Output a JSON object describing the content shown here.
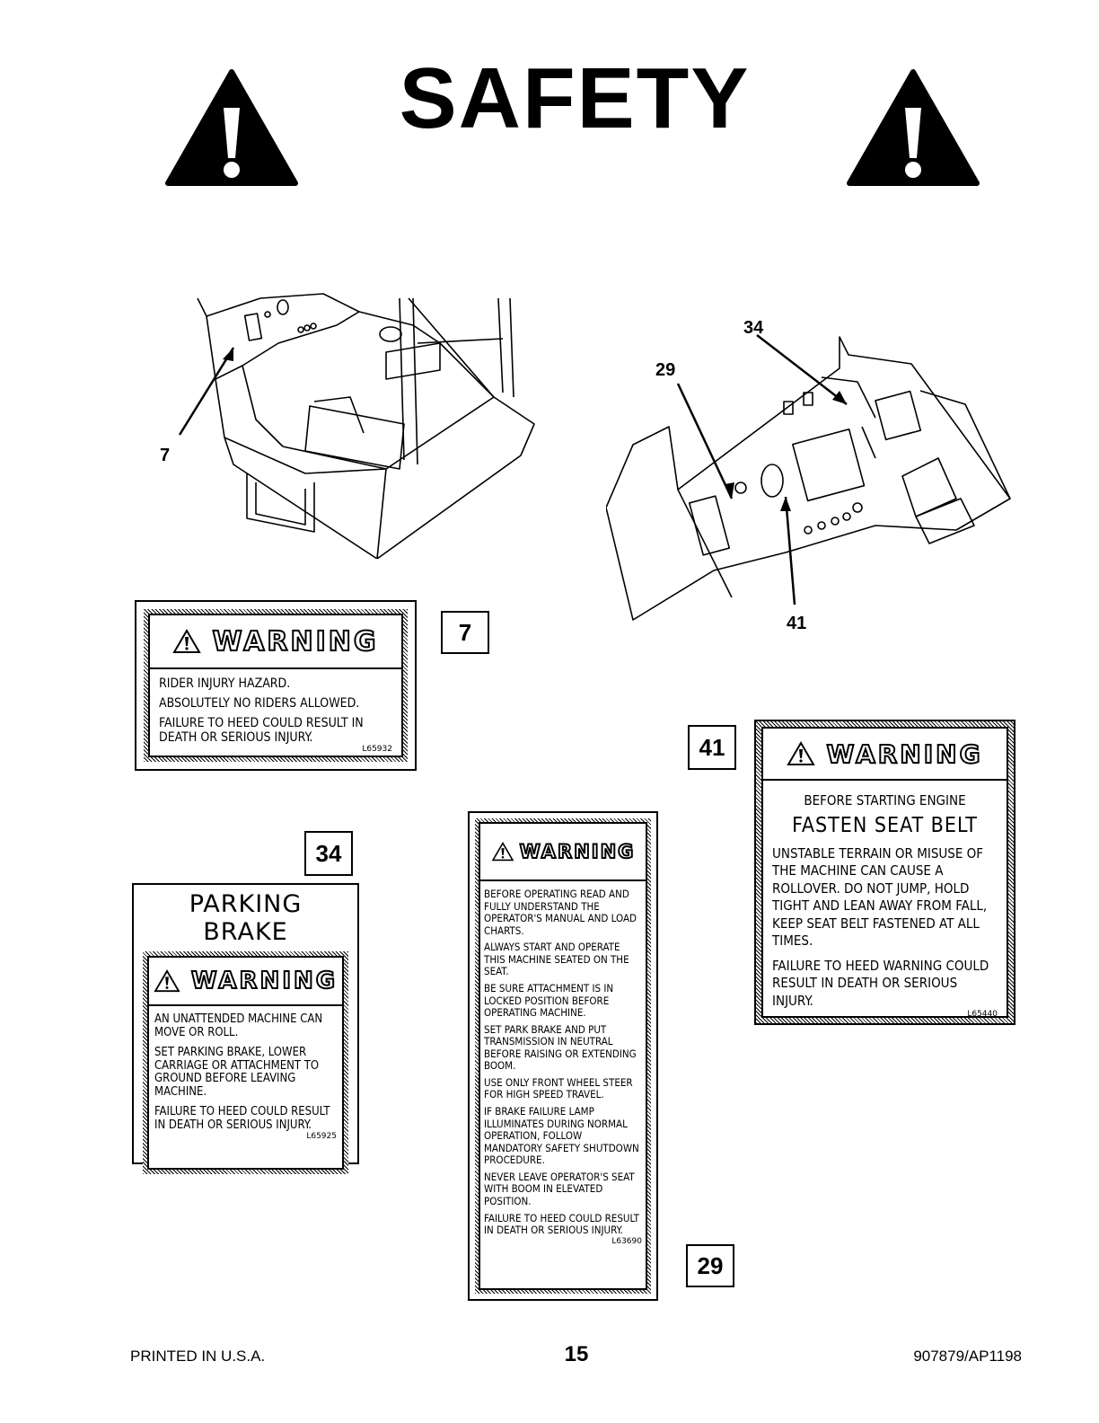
{
  "header": {
    "title": "SAFETY"
  },
  "callouts": {
    "c7": "7",
    "c34": "34",
    "c29": "29",
    "c41": "41"
  },
  "decal7": {
    "number": "7",
    "warning": "WARNING",
    "lines": [
      "RIDER INJURY HAZARD.",
      "ABSOLUTELY NO RIDERS ALLOWED.",
      "FAILURE TO HEED COULD RESULT IN DEATH OR SERIOUS INJURY."
    ],
    "code": "L65932"
  },
  "decal41": {
    "number": "41",
    "warning": "WARNING",
    "sub": "BEFORE STARTING ENGINE",
    "main": "FASTEN SEAT BELT",
    "p1": "UNSTABLE TERRAIN OR MISUSE OF THE MACHINE CAN CAUSE A ROLLOVER. DO NOT JUMP, HOLD TIGHT AND LEAN AWAY FROM FALL, KEEP SEAT BELT FASTENED AT ALL TIMES.",
    "p2": "FAILURE TO HEED WARNING COULD RESULT IN DEATH OR SERIOUS INJURY.",
    "code": "L65440"
  },
  "decal34": {
    "number": "34",
    "heading": "PARKING BRAKE",
    "warning": "WARNING",
    "p1": "AN UNATTENDED MACHINE CAN MOVE OR ROLL.",
    "p2": "SET PARKING BRAKE, LOWER CARRIAGE OR ATTACHMENT TO GROUND BEFORE LEAVING MACHINE.",
    "p3": "FAILURE TO HEED COULD RESULT IN DEATH OR SERIOUS INJURY.",
    "code": "L65925"
  },
  "decal29": {
    "number": "29",
    "warning": "WARNING",
    "paras": [
      "BEFORE OPERATING READ AND FULLY UNDERSTAND THE OPERATOR'S MANUAL AND LOAD CHARTS.",
      "ALWAYS START AND OPERATE THIS MACHINE SEATED ON THE SEAT.",
      "BE SURE ATTACHMENT IS IN LOCKED POSITION BEFORE OPERATING MACHINE.",
      "SET PARK BRAKE AND PUT TRANSMISSION IN NEUTRAL BEFORE RAISING OR EXTENDING BOOM.",
      "USE ONLY FRONT WHEEL STEER FOR HIGH SPEED TRAVEL.",
      "IF BRAKE FAILURE LAMP ILLUMINATES DURING NORMAL OPERATION, FOLLOW MANDATORY SAFETY SHUTDOWN PROCEDURE.",
      "NEVER LEAVE OPERATOR'S SEAT WITH BOOM IN ELEVATED POSITION.",
      "FAILURE TO HEED COULD RESULT IN DEATH OR SERIOUS INJURY."
    ],
    "code": "L63690"
  },
  "footer": {
    "left": "PRINTED IN U.S.A.",
    "page": "15",
    "right": "907879/AP1198"
  }
}
